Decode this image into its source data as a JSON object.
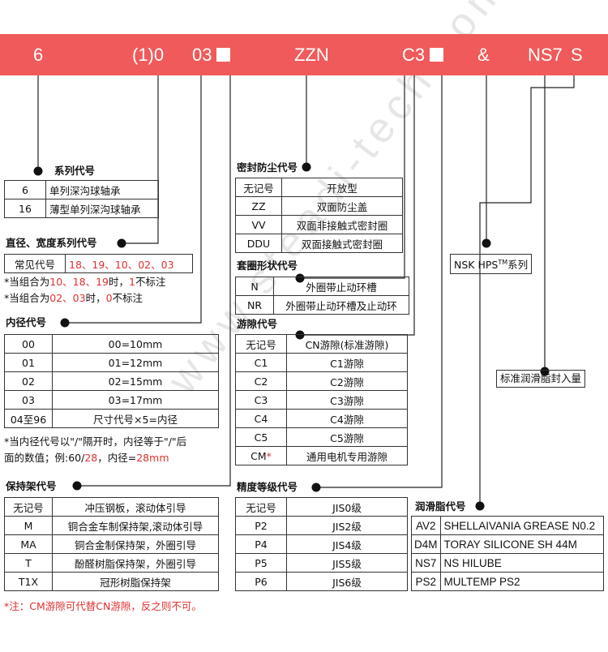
{
  "banner": {
    "c1": "6",
    "c2": "(1)0",
    "c3": "03",
    "c4": "ZZN",
    "c5": "C3",
    "c6": "&",
    "c7": "NS7",
    "c8": "S",
    "color": "#f05a5a"
  },
  "watermark": "www.steadi-tech.com",
  "series": {
    "title": "系列代号",
    "rows": [
      [
        "6",
        "单列深沟球轴承"
      ],
      [
        "16",
        "薄型单列深沟球轴承"
      ]
    ]
  },
  "dia": {
    "title": "直径、宽度系列代号",
    "label": "常见代号",
    "values": "18、19、10、02、03",
    "n1a": "*当组合为",
    "n1b": "10、18、19",
    "n1c": "时，",
    "n1d": "1",
    "n1e": "不标注",
    "n2a": "*当组合为",
    "n2b": "02、03",
    "n2c": "时，",
    "n2d": "0",
    "n2e": "不标注"
  },
  "bore": {
    "title": "内径代号",
    "rows": [
      [
        "00",
        "00=10mm"
      ],
      [
        "01",
        "01=12mm"
      ],
      [
        "02",
        "02=15mm"
      ],
      [
        "03",
        "03=17mm"
      ],
      [
        "04至96",
        "尺寸代号×5=内径"
      ]
    ],
    "n1": "*当内径代号以\"/\"隔开时，内径等于\"/\"后",
    "n2a": "面的数值；例:60/",
    "n2b": "28",
    "n2c": "，内径=",
    "n2d": "28mm"
  },
  "cage": {
    "title": "保持架代号",
    "rows": [
      [
        "无记号",
        "冲压钢板，滚动体引导"
      ],
      [
        "M",
        "铜合金车制保持架,滚动体引导"
      ],
      [
        "MA",
        "铜合金制保持架，外圈引导"
      ],
      [
        "T",
        "酚醛树脂保持架，外圈引导"
      ],
      [
        "T1X",
        "冠形树脂保持架"
      ]
    ]
  },
  "seal": {
    "title": "密封防尘代号",
    "rows": [
      [
        "无记号",
        "开放型"
      ],
      [
        "ZZ",
        "双面防尘盖"
      ],
      [
        "VV",
        "双面非接触式密封圈"
      ],
      [
        "DDU",
        "双面接触式密封圈"
      ]
    ]
  },
  "ring": {
    "title": "套圈形状代号",
    "rows": [
      [
        "N",
        "外圈带止动环槽"
      ],
      [
        "NR",
        "外圈带止动环槽及止动环"
      ]
    ]
  },
  "clear": {
    "title": "游隙代号",
    "rows": [
      [
        "无记号",
        "CN游隙(标准游隙)"
      ],
      [
        "C1",
        "C1游隙"
      ],
      [
        "C2",
        "C2游隙"
      ],
      [
        "C3",
        "C3游隙"
      ],
      [
        "C4",
        "C4游隙"
      ],
      [
        "C5",
        "C5游隙"
      ],
      [
        "CM",
        "通用电机专用游隙"
      ]
    ],
    "star": "*"
  },
  "prec": {
    "title": "精度等级代号",
    "rows": [
      [
        "无记号",
        "JIS0级"
      ],
      [
        "P2",
        "JIS2级"
      ],
      [
        "P4",
        "JIS4级"
      ],
      [
        "P5",
        "JIS5级"
      ],
      [
        "P6",
        "JIS6级"
      ]
    ]
  },
  "grease": {
    "title": "润滑脂代号",
    "rows": [
      [
        "AV2",
        "SHELLAIVANIA GREASE N0.2"
      ],
      [
        "D4M",
        "TORAY SILICONE SH 44M"
      ],
      [
        "NS7",
        "NS HILUBE"
      ],
      [
        "PS2",
        "MULTEMP PS2"
      ]
    ]
  },
  "hps": {
    "a": "NSK HPS",
    "tm": "TM",
    "b": "系列"
  },
  "std": "标准润滑脂封入量",
  "footer": "*注：CM游隙可代替CN游隙，反之则不可。"
}
